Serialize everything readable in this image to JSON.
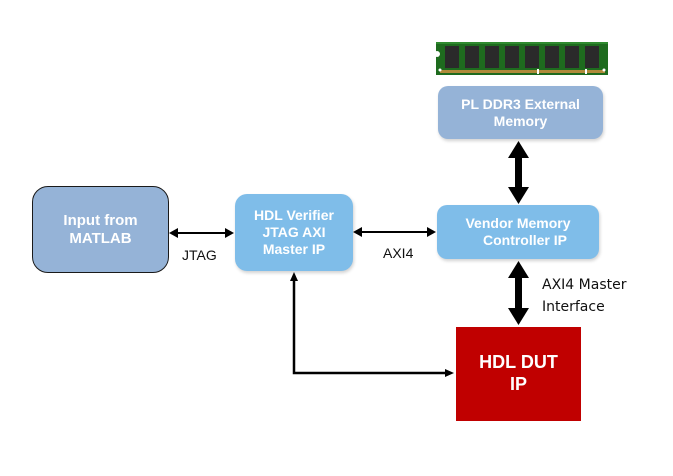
{
  "diagram": {
    "nodes": {
      "input": {
        "line1": "Input from",
        "line2": "MATLAB",
        "color": "#95b3d7"
      },
      "verifier": {
        "line1": "HDL Verifier",
        "line2": "JTAG AXI",
        "line3": "Master IP",
        "color": "#7fbde9"
      },
      "vendor": {
        "line1": "Vendor Memory",
        "line2": "Controller IP",
        "color": "#7fbde9"
      },
      "ddr": {
        "line1": "PL DDR3 External",
        "line2": "Memory",
        "color": "#95b3d7"
      },
      "dut": {
        "line1": "HDL DUT",
        "line2": "IP",
        "color": "#c00000"
      },
      "memory_module": {
        "icon": "ram-module-icon"
      }
    },
    "edges": {
      "jtag": "JTAG",
      "axi4": "AXI4",
      "axi4_master_line1": "AXI4 Master",
      "axi4_master_line2": "Interface"
    }
  }
}
